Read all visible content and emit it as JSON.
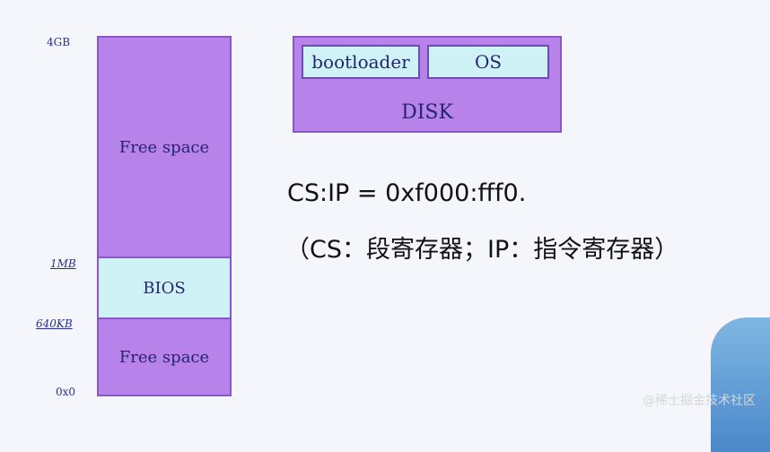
{
  "memory_map": {
    "labels": {
      "top": "4GB",
      "one_mb": "1MB",
      "six_forty_kb": "640KB",
      "bottom": "0x0"
    },
    "regions": [
      {
        "name": "free_space_upper",
        "label": "Free space"
      },
      {
        "name": "bios",
        "label": "BIOS"
      },
      {
        "name": "free_space_lower",
        "label": "Free space"
      }
    ]
  },
  "disk": {
    "title": "DISK",
    "parts": [
      "bootloader",
      "OS"
    ]
  },
  "note": {
    "line1": "CS:IP = 0xf000:fff0.",
    "line2": "（CS：段寄存器；IP：指令寄存器）"
  },
  "watermark": "@稀土掘金技术社区"
}
